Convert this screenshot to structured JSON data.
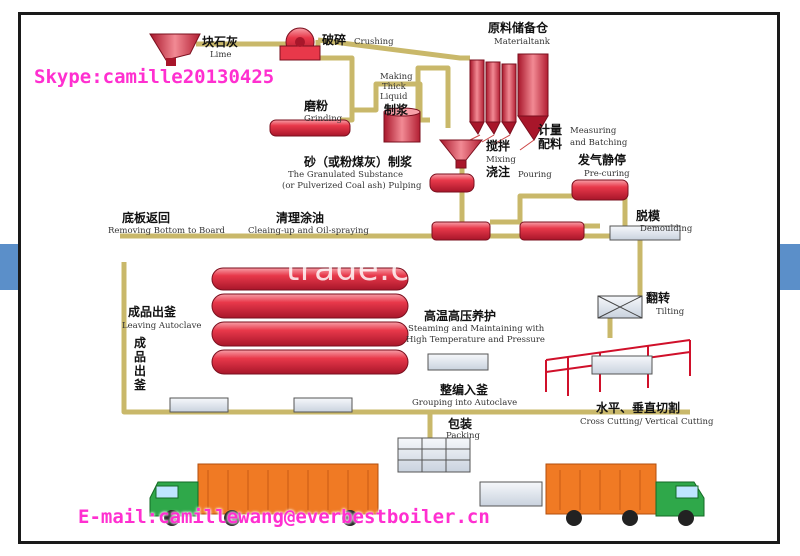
{
  "colors": {
    "pipe": "#c9b86a",
    "vessel": "#e8384a",
    "vessel_dark": "#a8162a",
    "band": "#5b8fc9",
    "truck_cab": "#2fa84a",
    "truck_box": "#f07a24",
    "contact": "#ff2fd0"
  },
  "labels": {
    "lime_cn": "块石灰",
    "lime_en": "Lime",
    "crushing_cn": "破碎",
    "crushing_en": "Crushing",
    "grinding_cn": "磨粉",
    "grinding_en": "Grinding",
    "making_en1": "Making",
    "making_en2": "Thick",
    "making_en3": "Liquid",
    "making_cn": "制浆",
    "material_cn": "原料储备仓",
    "material_en": "Materialtank",
    "measuring_cn1": "计量",
    "measuring_cn2": "配料",
    "measuring_en1": "Measuring",
    "measuring_en2": "and Batching",
    "sand_cn": "砂（或粉煤灰）制浆",
    "sand_en1": "The Granulated Substance",
    "sand_en2": "(or Pulverized Coal ash) Pulping",
    "mixing_cn1": "搅拌",
    "mixing_en": "Mixing",
    "mixing_cn2": "浇注",
    "pouring_en": "Pouring",
    "precuring_cn": "发气静停",
    "precuring_en": "Pre-curing",
    "board_cn": "底板返回",
    "board_en": "Removing Bottom to Board",
    "clean_cn": "清理涂油",
    "clean_en": "Cleaing-up and Oil-spraying",
    "demould_cn": "脱模",
    "demould_en": "Demoulding",
    "leaving_cn": "成品出釜",
    "leaving_en": "Leaving Autoclave",
    "leaving_cn_v": "成\n品\n出\n釜",
    "steam_cn": "高温高压养护",
    "steam_en1": "Steaming and Maintaining with",
    "steam_en2": "High Temperature and Pressure",
    "tilting_cn": "翻转",
    "tilting_en": "Tilting",
    "grouping_cn": "整编入釜",
    "grouping_en": "Grouping into Autoclave",
    "cutting_cn": "水平、垂直切割",
    "cutting_en": "Cross Cutting/ Vertical Cutting",
    "packing_cn": "包装",
    "packing_en": "Packing"
  },
  "watermark": "trade.china.cn",
  "contact": {
    "skype": "Skype:camille20130425",
    "email": "E-mail:camillewang@everbestboiler.cn"
  }
}
